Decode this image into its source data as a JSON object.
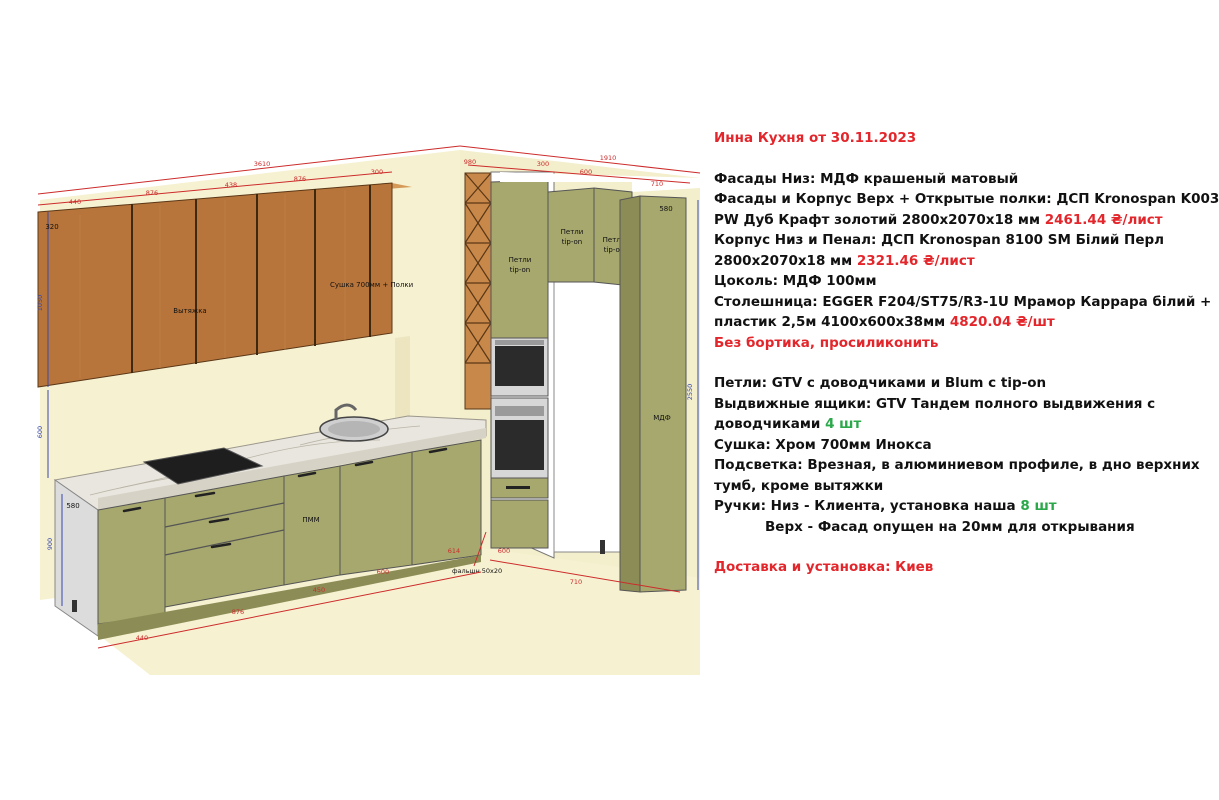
{
  "colors": {
    "red": "#e3262b",
    "green": "#2ba84a",
    "wood": "#b8753b",
    "olive": "#a7a86e",
    "wall": "#f6f1d1",
    "white_body": "#ffffff",
    "dim_red": "#cc2b2b",
    "dim_blue": "#3949ab"
  },
  "spec": {
    "title": "Инна Кухня от 30.11.2023",
    "line1": "Фасады Низ: МДФ крашеный матовый",
    "line2": "Фасады и Корпус Верх + Открытые полки: ДСП Kronospan K003",
    "line3a": "PW Дуб Крафт золотий 2800x2070x18 мм ",
    "line3b": "2461.44 ₴/лист",
    "line4": "Корпус Низ и Пенал: ДСП Kronospan 8100 SM Білий Перл",
    "line5a": "2800x2070x18 мм ",
    "line5b": "2321.46 ₴/лист",
    "line6": "Цоколь: МДФ 100мм",
    "line7": "Столешница: EGGER F204/ST75/R3-1U Мрамор Каррара білий +",
    "line8a": "пластик 2,5м 4100x600x38мм ",
    "line8b": "4820.04 ₴/шт",
    "line9": "Без бортика, просиликонить",
    "line10": "Петли: GTV с доводчиками и Blum с tip-on",
    "line11": "Выдвижные ящики: GTV Тандем полного выдвижения с",
    "line12a": "доводчиками ",
    "line12b": "4 шт",
    "line13": "Сушка: Хром 700мм Инокса",
    "line14": "Подсветка: Врезная, в алюминиевом профиле, в дно верхних",
    "line15": "тумб, кроме вытяжки",
    "line16a": "Ручки: Низ - Клиента, установка наша ",
    "line16b": "8 шт",
    "line17": "Верх - Фасад опущен на 20мм для открывания",
    "line18": "Доставка и установка: Киев"
  },
  "drawing": {
    "labels": {
      "hood": "Вытяжка",
      "dryer": "Сушка 700мм + Полки",
      "hinges_left": [
        "Петли",
        "tip-on"
      ],
      "hinges_mid": [
        "Петли",
        "tip-on"
      ],
      "hinges_right": [
        "Петли",
        "tip-on"
      ],
      "pmm": "ПММ",
      "mdf": "МДФ",
      "filler": "фальшн 50x20"
    },
    "dims": {
      "top_total": "3610",
      "top_440": "440",
      "top_876a": "876",
      "top_438": "438",
      "top_876b": "876",
      "top_300": "300",
      "right_980": "980",
      "right_300": "300",
      "right_1910": "1910",
      "right_600": "600",
      "right_710": "710",
      "upper_depth": "320",
      "upper_height": "1050",
      "back_height": "600",
      "base_height": "900",
      "base_depth": "580",
      "tall_depth": "580",
      "tall_height": "2550",
      "bottom_440": "440",
      "bottom_876": "876",
      "bottom_450": "450",
      "bottom_600": "600",
      "bottom_614": "614",
      "bottom_600b": "600",
      "bottom_710": "710"
    }
  }
}
